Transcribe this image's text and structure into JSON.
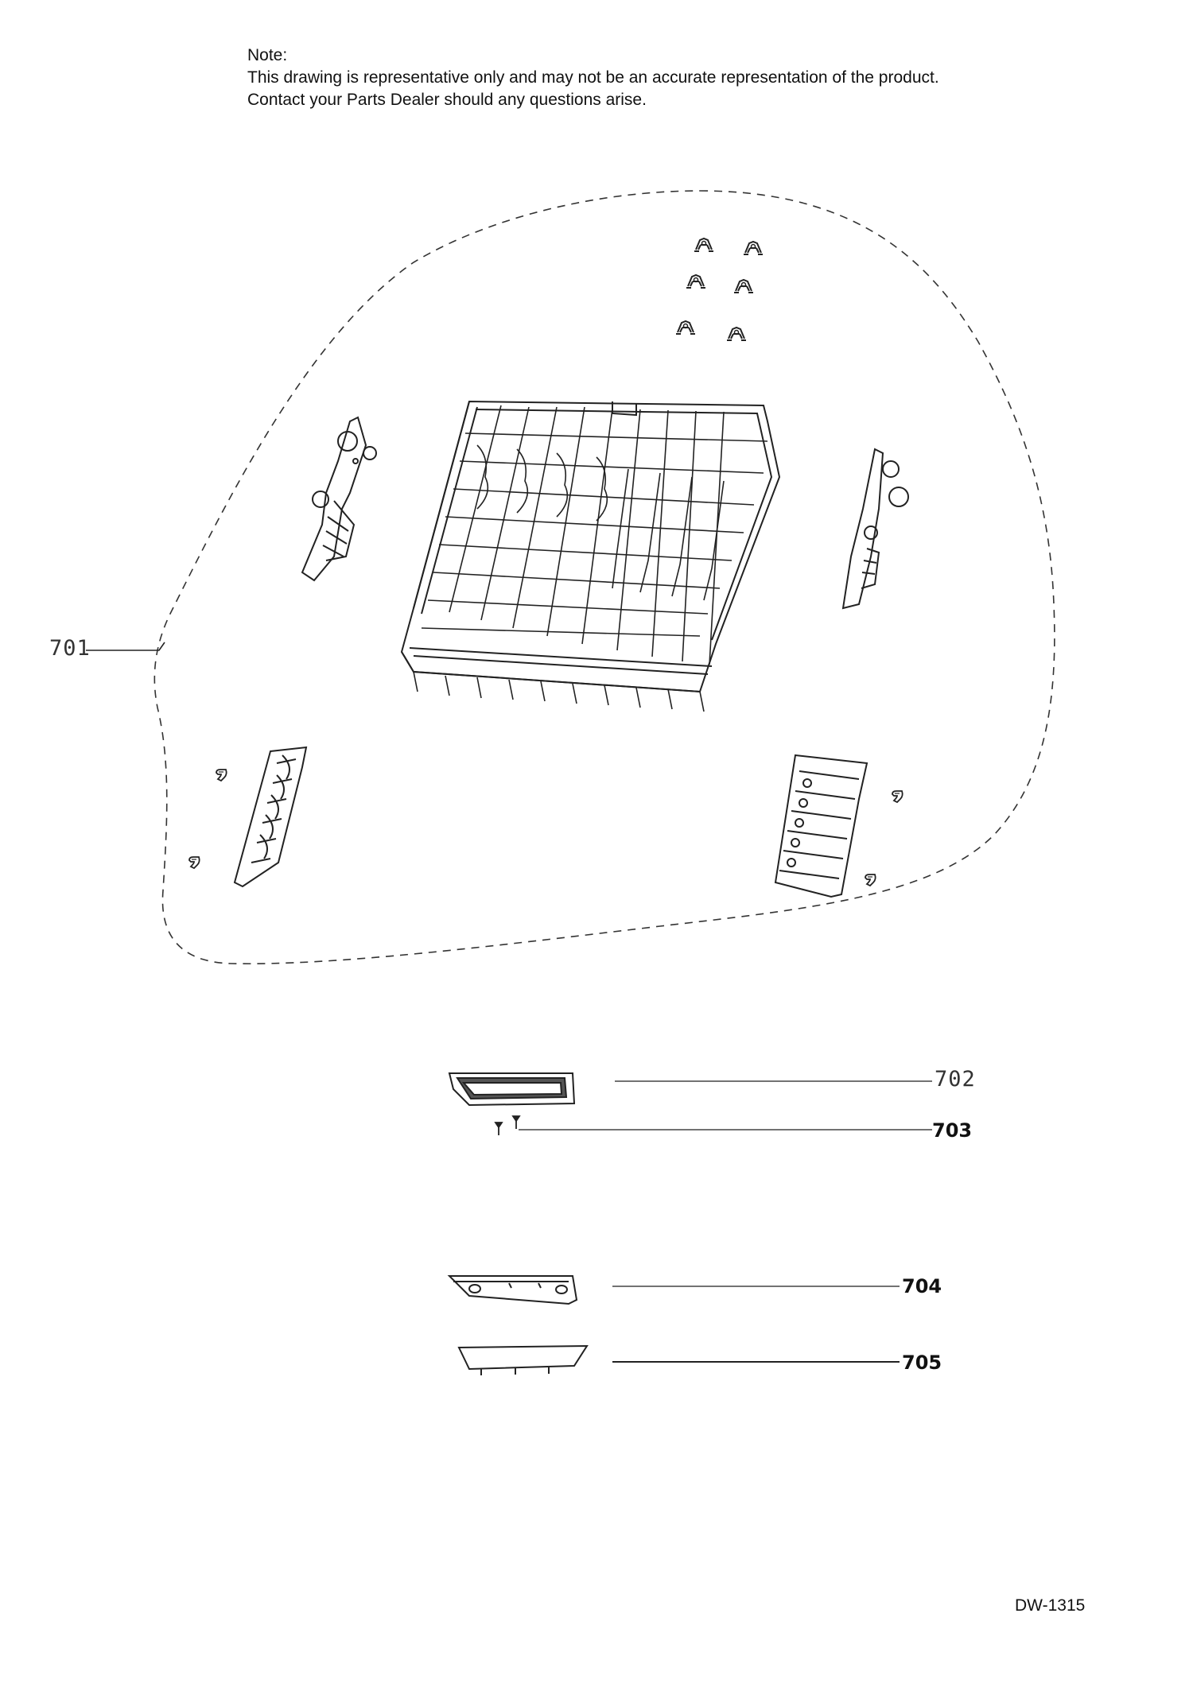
{
  "note": {
    "heading": "Note:",
    "line1": "This drawing is representative only and may not be an accurate representation of the product.",
    "line2": "Contact your Parts Dealer should any questions arise."
  },
  "callouts": {
    "c701": "701",
    "c702": "702",
    "c703": "703",
    "c704": "704",
    "c705": "705"
  },
  "doc_id": "DW-1315",
  "parts": [
    {
      "callout": "701",
      "icon": "upper-dish-rack-assembly-icon"
    },
    {
      "callout": "702",
      "icon": "handle-frame-icon"
    },
    {
      "callout": "703",
      "icon": "screw-icon"
    },
    {
      "callout": "704",
      "icon": "handle-base-icon"
    },
    {
      "callout": "705",
      "icon": "handle-cover-icon"
    }
  ]
}
